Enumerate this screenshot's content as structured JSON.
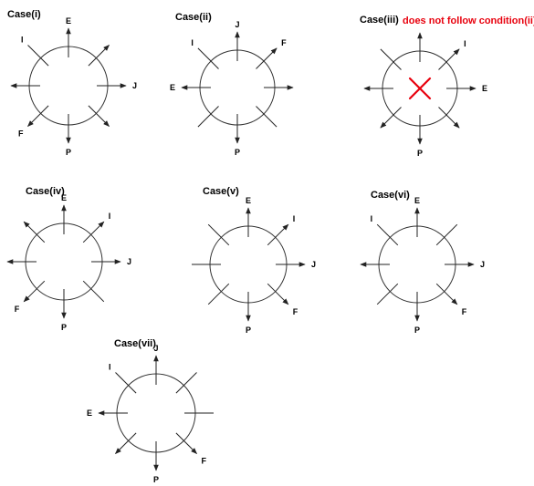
{
  "note": "does not follow condition(ii)",
  "arrowColor": "#222222",
  "noteColor": "#e8000d",
  "cases": [
    {
      "title": "Case(i)",
      "spokes": [
        {
          "dir": "N",
          "arrow": true,
          "label": "E"
        },
        {
          "dir": "NE",
          "arrow": true,
          "label": ""
        },
        {
          "dir": "E",
          "arrow": true,
          "label": "J"
        },
        {
          "dir": "SE",
          "arrow": true,
          "label": ""
        },
        {
          "dir": "S",
          "arrow": true,
          "label": "P"
        },
        {
          "dir": "SW",
          "arrow": true,
          "label": "F"
        },
        {
          "dir": "W",
          "arrow": true,
          "label": ""
        },
        {
          "dir": "NW",
          "arrow": false,
          "label": "I"
        }
      ]
    },
    {
      "title": "Case(ii)",
      "spokes": [
        {
          "dir": "N",
          "arrow": true,
          "label": "J"
        },
        {
          "dir": "NE",
          "arrow": true,
          "label": "F"
        },
        {
          "dir": "E",
          "arrow": true,
          "label": ""
        },
        {
          "dir": "SE",
          "arrow": false,
          "label": ""
        },
        {
          "dir": "S",
          "arrow": true,
          "label": "P"
        },
        {
          "dir": "SW",
          "arrow": false,
          "label": ""
        },
        {
          "dir": "W",
          "arrow": true,
          "label": "E"
        },
        {
          "dir": "NW",
          "arrow": false,
          "label": "I"
        }
      ]
    },
    {
      "title": "Case(iii)",
      "crossed": true,
      "spokes": [
        {
          "dir": "N",
          "arrow": true,
          "label": ""
        },
        {
          "dir": "NE",
          "arrow": true,
          "label": "I"
        },
        {
          "dir": "E",
          "arrow": true,
          "label": "E"
        },
        {
          "dir": "SE",
          "arrow": true,
          "label": ""
        },
        {
          "dir": "S",
          "arrow": true,
          "label": "P"
        },
        {
          "dir": "SW",
          "arrow": true,
          "label": ""
        },
        {
          "dir": "W",
          "arrow": true,
          "label": ""
        },
        {
          "dir": "NW",
          "arrow": false,
          "label": ""
        }
      ]
    },
    {
      "title": "Case(iv)",
      "spokes": [
        {
          "dir": "N",
          "arrow": true,
          "label": "E"
        },
        {
          "dir": "NE",
          "arrow": true,
          "label": "I"
        },
        {
          "dir": "E",
          "arrow": true,
          "label": "J"
        },
        {
          "dir": "SE",
          "arrow": false,
          "label": ""
        },
        {
          "dir": "S",
          "arrow": true,
          "label": "P"
        },
        {
          "dir": "SW",
          "arrow": true,
          "label": "F"
        },
        {
          "dir": "W",
          "arrow": true,
          "label": ""
        },
        {
          "dir": "NW",
          "arrow": true,
          "label": ""
        }
      ]
    },
    {
      "title": "Case(v)",
      "spokes": [
        {
          "dir": "N",
          "arrow": true,
          "label": "E"
        },
        {
          "dir": "NE",
          "arrow": true,
          "label": "I"
        },
        {
          "dir": "E",
          "arrow": true,
          "label": "J"
        },
        {
          "dir": "SE",
          "arrow": true,
          "label": "F"
        },
        {
          "dir": "S",
          "arrow": true,
          "label": "P"
        },
        {
          "dir": "SW",
          "arrow": false,
          "label": ""
        },
        {
          "dir": "W",
          "arrow": false,
          "label": ""
        },
        {
          "dir": "NW",
          "arrow": false,
          "label": ""
        }
      ]
    },
    {
      "title": "Case(vi)",
      "spokes": [
        {
          "dir": "N",
          "arrow": true,
          "label": "E"
        },
        {
          "dir": "NE",
          "arrow": false,
          "label": ""
        },
        {
          "dir": "E",
          "arrow": true,
          "label": "J"
        },
        {
          "dir": "SE",
          "arrow": true,
          "label": "F"
        },
        {
          "dir": "S",
          "arrow": true,
          "label": "P"
        },
        {
          "dir": "SW",
          "arrow": false,
          "label": ""
        },
        {
          "dir": "W",
          "arrow": true,
          "label": ""
        },
        {
          "dir": "NW",
          "arrow": false,
          "label": "I"
        }
      ]
    },
    {
      "title": "Case(vii)",
      "spokes": [
        {
          "dir": "N",
          "arrow": true,
          "label": "J"
        },
        {
          "dir": "NE",
          "arrow": false,
          "label": ""
        },
        {
          "dir": "E",
          "arrow": false,
          "label": ""
        },
        {
          "dir": "SE",
          "arrow": true,
          "label": "F"
        },
        {
          "dir": "S",
          "arrow": true,
          "label": "P"
        },
        {
          "dir": "SW",
          "arrow": true,
          "label": ""
        },
        {
          "dir": "W",
          "arrow": true,
          "label": "E"
        },
        {
          "dir": "NW",
          "arrow": false,
          "label": "I"
        }
      ]
    }
  ]
}
